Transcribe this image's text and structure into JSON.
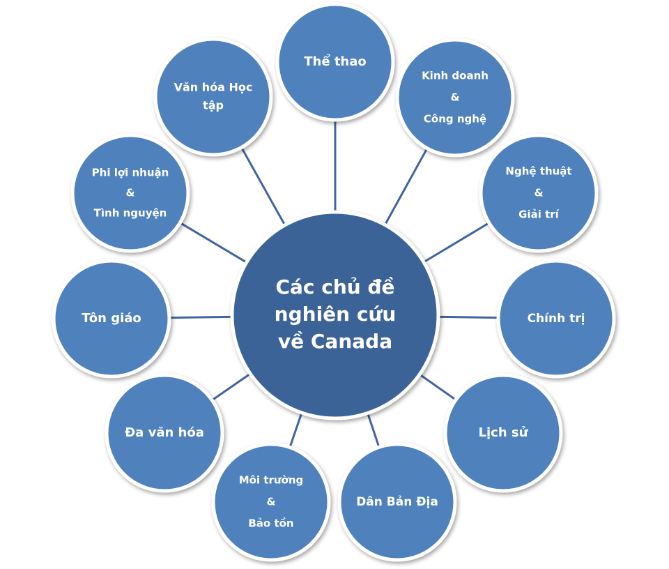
{
  "colors": {
    "center_fill": "#3a6497",
    "node_fill": "#4f81bd",
    "node_border": "#ffffff",
    "connector": "#3f64a0",
    "text": "#ffffff"
  },
  "center": {
    "lines": [
      "Các chủ đề",
      "nghiên cứu",
      "về Canada"
    ]
  },
  "topics": [
    {
      "id": "the-thao",
      "lines": [
        "Thể thao"
      ]
    },
    {
      "id": "kinh-doanh-cong-nghe",
      "lines": [
        "Kinh doanh",
        "&",
        "Công nghệ"
      ]
    },
    {
      "id": "nghe-thuat-giai-tri",
      "lines": [
        "Nghệ thuật",
        "&",
        "Giải trí"
      ]
    },
    {
      "id": "chinh-tri",
      "lines": [
        "Chính trị"
      ]
    },
    {
      "id": "lich-su",
      "lines": [
        "Lịch sử"
      ]
    },
    {
      "id": "dan-ban-dia",
      "lines": [
        "Dân Bản Địa"
      ]
    },
    {
      "id": "moi-truong-bao-ton",
      "lines": [
        "Môi trường",
        "&",
        "Bảo tồn"
      ]
    },
    {
      "id": "da-van-hoa",
      "lines": [
        "Đa văn hóa"
      ]
    },
    {
      "id": "ton-giao",
      "lines": [
        "Tôn giáo"
      ]
    },
    {
      "id": "phi-loi-nhuan-tinh-nguyen",
      "lines": [
        "Phi lợi nhuận",
        "&",
        "Tình nguyện"
      ]
    },
    {
      "id": "van-hoa-hoc-tap",
      "lines": [
        "Văn hóa Học",
        "tập"
      ]
    }
  ]
}
